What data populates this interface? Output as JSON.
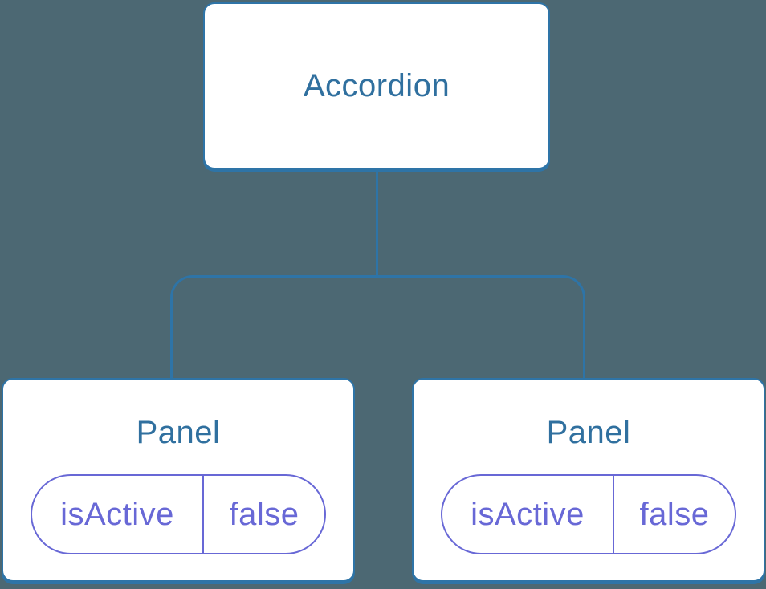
{
  "diagram": {
    "type": "component-tree",
    "root": {
      "label": "Accordion"
    },
    "children": [
      {
        "label": "Panel",
        "state": {
          "name": "isActive",
          "value": "false"
        }
      },
      {
        "label": "Panel",
        "state": {
          "name": "isActive",
          "value": "false"
        }
      }
    ]
  },
  "colors": {
    "background": "#4C6873",
    "connector": "#2E74A7",
    "node_background": "#FFFFFF",
    "node_label": "#30709F",
    "state_accent": "#6868D6"
  }
}
